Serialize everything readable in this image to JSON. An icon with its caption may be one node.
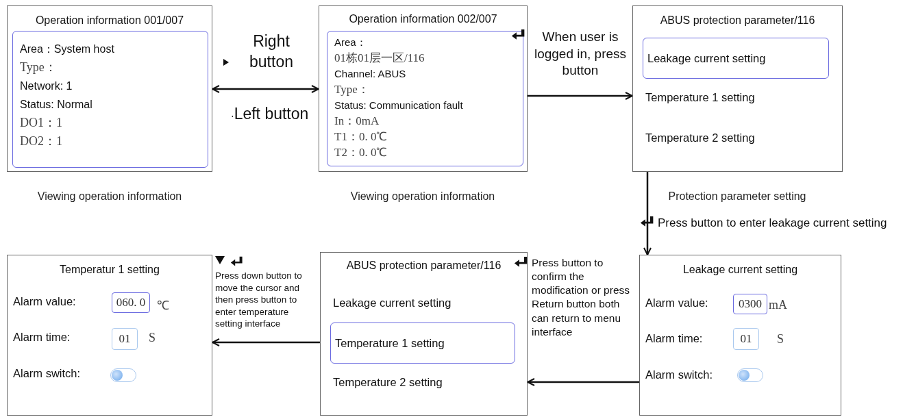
{
  "diagram": {
    "nodes": [
      {
        "text": [
          "Operation information 001/007"
        ],
        "beside": [
          "Viewing operation information"
        ]
      },
      {
        "text": [
          "Area：System host",
          "Type：",
          "Network: 1",
          "Status: Normal",
          "DO1：1",
          "DO2：1"
        ],
        "in": 0
      },
      {
        "text": [
          "Operation information 002/007"
        ],
        "beside": [
          "Viewing operation information"
        ]
      },
      {
        "text": [
          "Area：",
          "01栋01层一区/116",
          "Channel: ABUS",
          "Type：",
          "Status: Communication fault",
          "In：0mA",
          "T1：0. 0℃",
          "T2：0. 0℃"
        ],
        "in": 2
      },
      {
        "text": [
          "ABUS protection parameter/116",
          "Temperature 1 setting",
          "Temperature 2 setting"
        ],
        "beside": [
          "Protection parameter setting"
        ]
      },
      {
        "text": [
          "Leakage current setting"
        ],
        "in": 4
      },
      {
        "text": [
          "Temperatur 1 setting",
          "Alarm value:",
          "℃",
          "Alarm time:",
          "S",
          "Alarm switch:"
        ]
      },
      {
        "text": [
          "060. 0"
        ],
        "in": 6
      },
      {
        "text": [
          "01"
        ],
        "in": 6
      },
      {
        "text": [
          "ABUS protection parameter/116",
          "Leakage current setting",
          "Temperature 2 setting"
        ]
      },
      {
        "text": [
          "Temperature 1 setting"
        ],
        "in": 9
      },
      {
        "text": [
          "Leakage current setting",
          "Alarm value:",
          "mA",
          "Alarm time:",
          "S",
          "Alarm switch:"
        ]
      },
      {
        "text": [
          "0300"
        ],
        "in": 11
      },
      {
        "text": [
          "01"
        ],
        "in": 11
      }
    ],
    "edges": [
      {
        "from": 0,
        "to": 2,
        "arrow": "both",
        "label": "Right button"
      },
      {
        "from": 2,
        "to": 4,
        "arrow": "to",
        "label": "When user is logged in, press button"
      },
      {
        "from": 4,
        "to": 11,
        "arrow": "to",
        "label": "Press button to enter leakage current setting"
      },
      {
        "from": 11,
        "to": 9,
        "arrow": "to",
        "label": "Press button to confirm the modification or press Return button both can return to menu interface"
      },
      {
        "from": 9,
        "to": 6,
        "arrow": "to",
        "label": "Press down button to move the cursor and then press button to enter temperature setting interface"
      }
    ],
    "labels": [
      "Left button"
    ]
  }
}
